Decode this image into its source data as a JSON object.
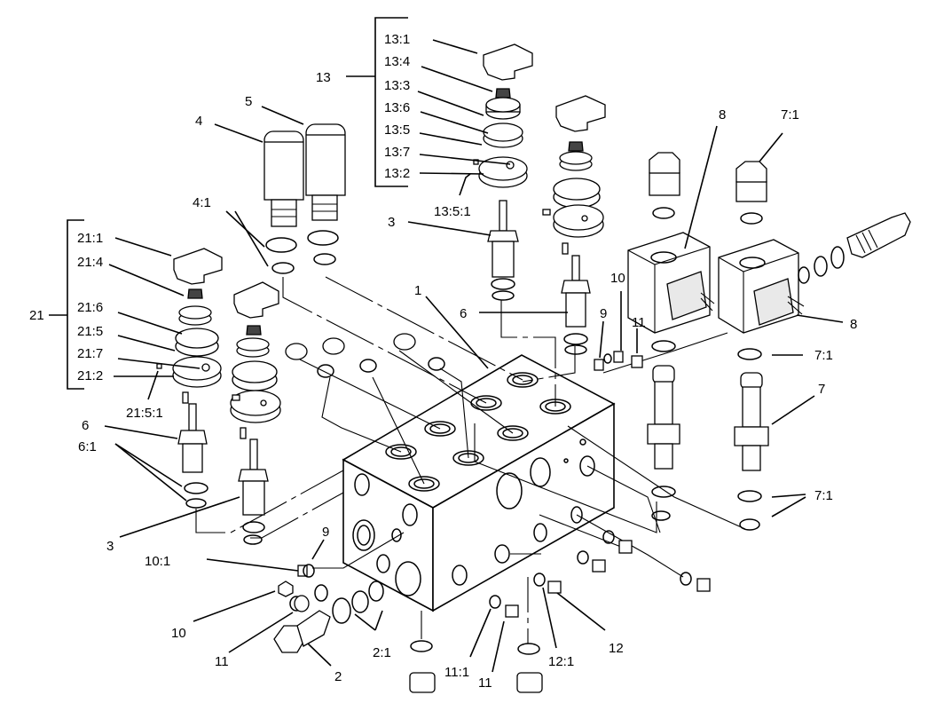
{
  "labels": {
    "l_13": "13",
    "l_13_1": "13:1",
    "l_13_4": "13:4",
    "l_13_3": "13:3",
    "l_13_6": "13:6",
    "l_13_5": "13:5",
    "l_13_7": "13:7",
    "l_13_2": "13:2",
    "l_13_5_1": "13:5:1",
    "l_4": "4",
    "l_5": "5",
    "l_4_1": "4:1",
    "l_3_top": "3",
    "l_8_top": "8",
    "l_7_1_top": "7:1",
    "l_21": "21",
    "l_21_1": "21:1",
    "l_21_4": "21:4",
    "l_21_6": "21:6",
    "l_21_5": "21:5",
    "l_21_7": "21:7",
    "l_21_2": "21:2",
    "l_21_5_1": "21:5:1",
    "l_1": "1",
    "l_10_top": "10",
    "l_9_top": "9",
    "l_11_top": "11",
    "l_6_mid": "6",
    "l_8_right": "8",
    "l_7_1_mid": "7:1",
    "l_7": "7",
    "l_7_1_low": "7:1",
    "l_6_left": "6",
    "l_6_1": "6:1",
    "l_3_left": "3",
    "l_9_low": "9",
    "l_10_1": "10:1",
    "l_10_low": "10",
    "l_11_low": "11",
    "l_2": "2",
    "l_2_1": "2:1",
    "l_11_1": "11:1",
    "l_11_bottom": "11",
    "l_12_1": "12:1",
    "l_12": "12"
  }
}
